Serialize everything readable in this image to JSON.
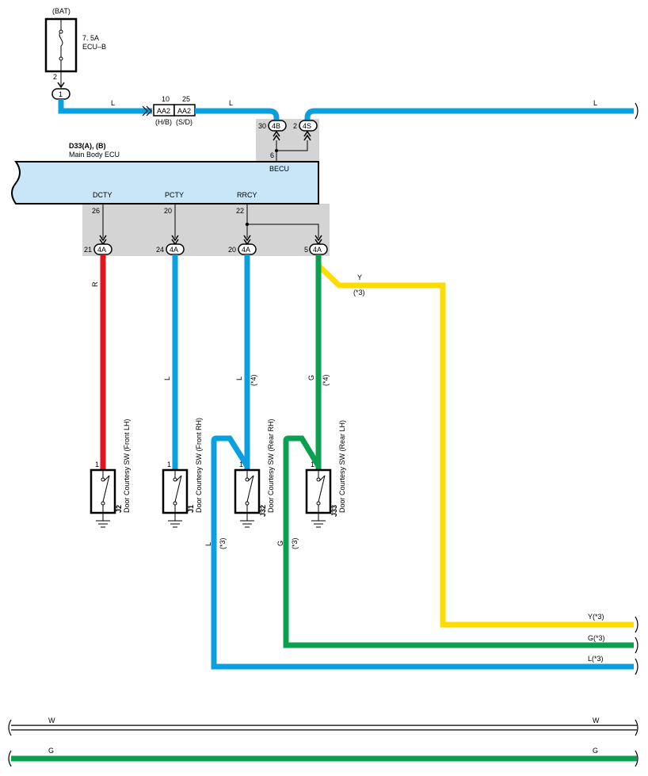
{
  "colors": {
    "blue": "#0aa0e0",
    "red": "#e2141e",
    "green": "#0aa050",
    "yellow": "#ffdc00",
    "white_wire": "#ffffff",
    "ecu_fill": "#c8e6f8",
    "shade": "#d4d4d4"
  },
  "fuse": {
    "source": "(BAT)",
    "rating": "7. 5A",
    "name": "ECU–B",
    "pin": "2",
    "connector": "1"
  },
  "junction": {
    "left": {
      "pin": "10",
      "label": "AA2",
      "sub": "(H/B)"
    },
    "right": {
      "pin": "25",
      "label": "AA2",
      "sub": "(S/D)"
    }
  },
  "wires": {
    "l1": "L",
    "l2": "L",
    "l3": "L"
  },
  "becu": {
    "pin_4b": "30",
    "conn_4b": "4B",
    "pin_4s": "2",
    "conn_4s": "4S",
    "pin_6": "6",
    "label": "BECU"
  },
  "ecu": {
    "id": "D33(A), (B)",
    "name": "Main Body ECU"
  },
  "signals": [
    {
      "name": "DCTY",
      "ecu_pin": "26",
      "conn_pin": "21",
      "conn": "4A",
      "wire": "R"
    },
    {
      "name": "PCTY",
      "ecu_pin": "20",
      "conn_pin": "24",
      "conn": "4A",
      "wire": "L"
    },
    {
      "name": "RRCY",
      "ecu_pin": "22",
      "conn_pin": "20",
      "conn": "4A",
      "wire": "L",
      "note": "(*4)"
    },
    {
      "conn_pin": "5",
      "conn": "4A",
      "wire": "G",
      "note": "(*4)"
    }
  ],
  "yellow_branch": {
    "wire": "Y",
    "note": "(*3)"
  },
  "switches": [
    {
      "pin": "1",
      "id": "J2",
      "name": "Door Courtesy SW (Front LH)"
    },
    {
      "pin": "1",
      "id": "J1",
      "name": "Door Courtesy SW (Front RH)"
    },
    {
      "pin": "1",
      "id": "J32",
      "name": "Door Courtesy SW (Rear RH)"
    },
    {
      "pin": "1",
      "id": "J33",
      "name": "Door Courtesy SW (Rear LH)"
    }
  ],
  "bypass": {
    "blue_wire": "L",
    "blue_note": "(*3)",
    "green_wire": "G",
    "green_note": "(*3)"
  },
  "outputs": [
    "Y(*3)",
    "G(*3)",
    "L(*3)"
  ],
  "bottom": {
    "w_left": "W",
    "w_right": "W",
    "g_left": "G",
    "g_right": "G"
  }
}
